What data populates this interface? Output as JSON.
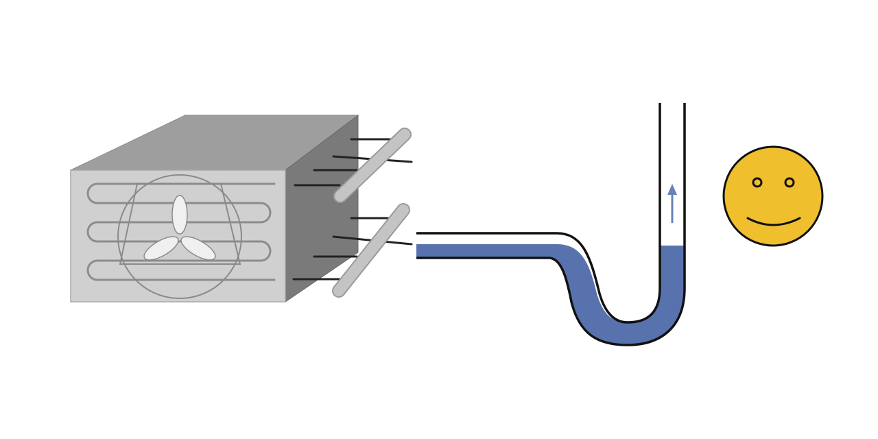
{
  "diagram": {
    "components": [
      {
        "id": "condensing-unit",
        "kind": "condenser unit with fan"
      },
      {
        "id": "drain-trap",
        "kind": "U-shaped trap with water"
      },
      {
        "id": "happy-face",
        "kind": "smiley face"
      }
    ],
    "flow_direction": "up",
    "colors": {
      "unit_top": "#9e9e9e",
      "unit_front": "#d0d0d0",
      "unit_side": "#7a7a7a",
      "pipe": "#b5b5b5",
      "water": "#5872ad",
      "arrow": "#6a80b8",
      "face": "#efbf2e",
      "outline": "#111111"
    }
  }
}
